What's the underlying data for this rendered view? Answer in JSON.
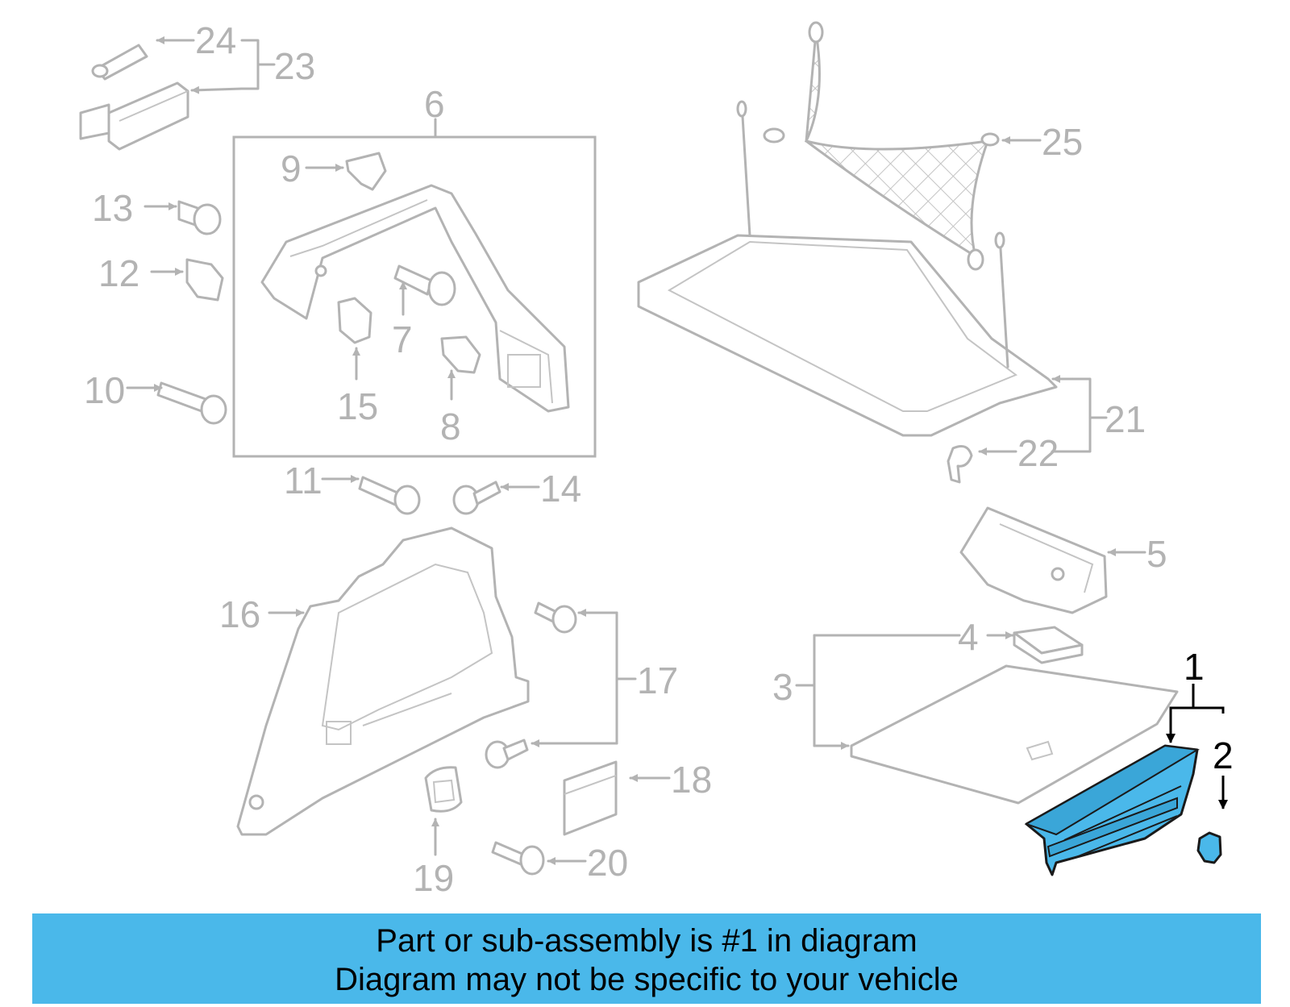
{
  "highlight_color": "#4ab8ea",
  "callouts": {
    "n1": "1",
    "n2": "2",
    "n3": "3",
    "n4": "4",
    "n5": "5",
    "n6": "6",
    "n7": "7",
    "n8": "8",
    "n9": "9",
    "n10": "10",
    "n11": "11",
    "n12": "12",
    "n13": "13",
    "n14": "14",
    "n15": "15",
    "n16": "16",
    "n17": "17",
    "n18": "18",
    "n19": "19",
    "n20": "20",
    "n21": "21",
    "n22": "22",
    "n23": "23",
    "n24": "24",
    "n25": "25"
  },
  "banner": {
    "line1": "Part or sub-assembly is #1 in diagram",
    "line2": "Diagram may not be specific to your vehicle"
  }
}
